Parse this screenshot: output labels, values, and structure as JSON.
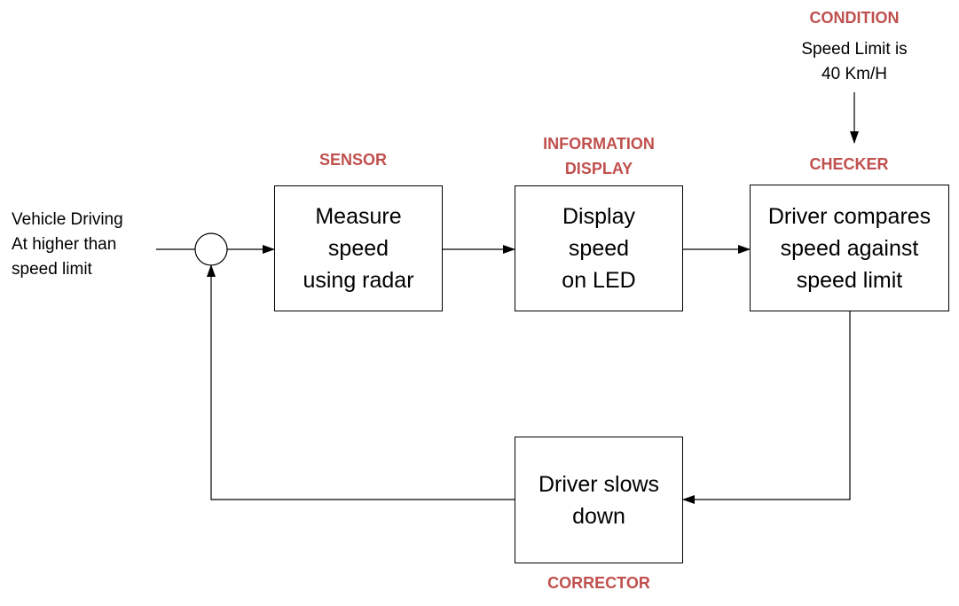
{
  "input": {
    "text": "Vehicle Driving\nAt higher than\nspeed limit"
  },
  "condition": {
    "label": "CONDITION",
    "text": "Speed Limit is\n40 Km/H"
  },
  "blocks": {
    "sensor": {
      "label": "SENSOR",
      "text": "Measure\nspeed\nusing radar"
    },
    "display": {
      "label": "INFORMATION\nDISPLAY",
      "text": "Display\nspeed\non LED"
    },
    "checker": {
      "label": "CHECKER",
      "text": "Driver compares\nspeed against\nspeed limit"
    },
    "corrector": {
      "label": "CORRECTOR",
      "text": "Driver slows\ndown"
    }
  },
  "colors": {
    "label": "#c0504d",
    "line": "#000000"
  }
}
